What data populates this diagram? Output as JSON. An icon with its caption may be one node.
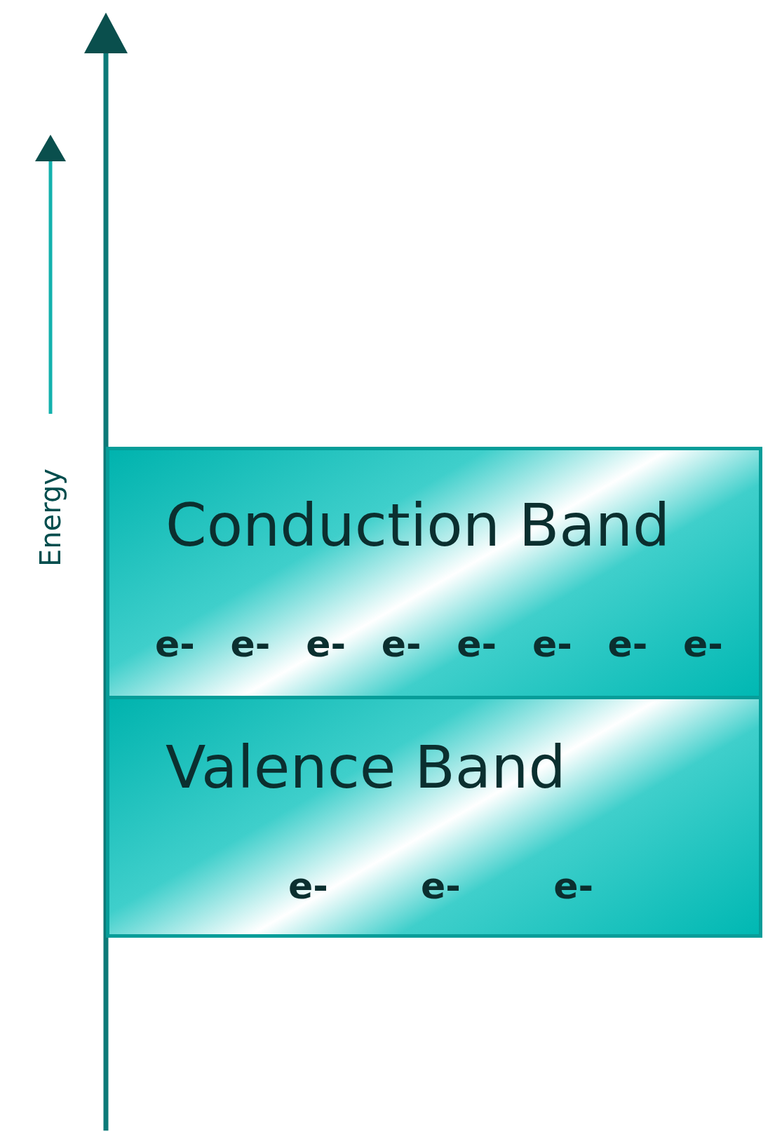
{
  "diagram": {
    "nodes": [
      {
        "text": [
          "Conduction Band",
          "e-",
          "e-",
          "e-",
          "e-",
          "e-",
          "e-",
          "e-",
          "e-"
        ]
      },
      {
        "text": [
          "Valence Band",
          "e-",
          "e-",
          "e-"
        ]
      }
    ],
    "labels": [
      "Energy"
    ]
  }
}
